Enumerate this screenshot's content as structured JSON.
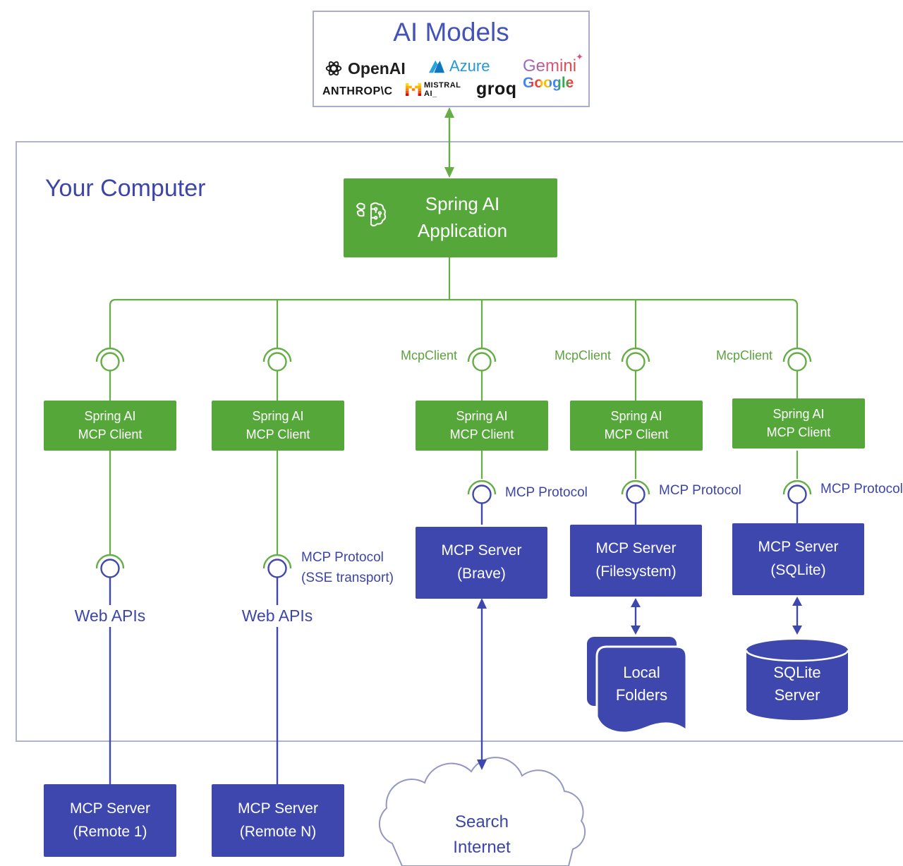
{
  "ai_models": {
    "title": "AI Models",
    "openai": "OpenAI",
    "anthropic": "ANTHROP\\C",
    "azure": "Azure",
    "mistral_line1": "MISTRAL",
    "mistral_line2": "AI_",
    "groq": "groq",
    "gemini": "Gemini",
    "gemini_spark": "✦",
    "google": "Google"
  },
  "your_computer": {
    "title": "Your Computer"
  },
  "spring_application": {
    "label": "Spring AI\nApplication"
  },
  "mcp_clients": [
    {
      "label": "Spring AI\nMCP Client"
    },
    {
      "label": "Spring AI\nMCP Client"
    },
    {
      "label": "Spring AI\nMCP Client"
    },
    {
      "label": "Spring AI\nMCP Client"
    },
    {
      "label": "Spring AI\nMCP Client"
    }
  ],
  "connector_labels": {
    "mcp_client": "McpClient",
    "mcp_protocol": "MCP Protocol",
    "mcp_protocol_sse": "MCP Protocol\n(SSE transport)",
    "web_apis": "Web APIs"
  },
  "mcp_servers": [
    {
      "label": "MCP Server\n(Brave)"
    },
    {
      "label": "MCP Server\n(Filesystem)"
    },
    {
      "label": "MCP Server\n(SQLite)"
    }
  ],
  "resources": {
    "local_folders": "Local\nFolders",
    "sqlite_server": "SQLite\nServer"
  },
  "remote_servers": [
    {
      "label": "MCP Server\n(Remote 1)"
    },
    {
      "label": "MCP Server\n(Remote N)"
    }
  ],
  "internet": {
    "label": "Search\nInternet"
  },
  "colors": {
    "green_box": "#56a73a",
    "green_line": "#65ad45",
    "blue_box": "#3e47ae",
    "blue_text": "#3c45a8",
    "border_gray": "#aeb3ce"
  }
}
